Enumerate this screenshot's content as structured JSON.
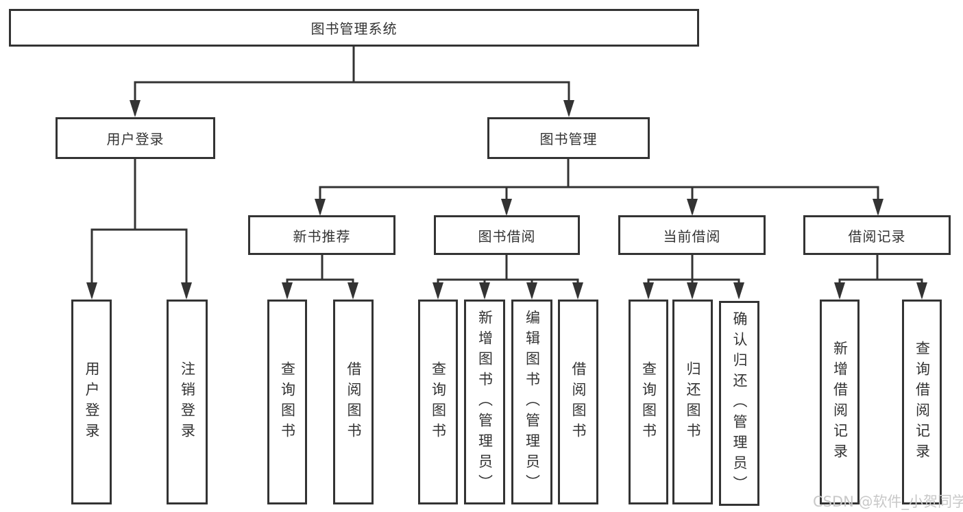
{
  "diagram": {
    "root": {
      "label": "图书管理系统",
      "children": [
        {
          "label": "用户登录",
          "children": [
            {
              "label": "用户登录"
            },
            {
              "label": "注销登录"
            }
          ]
        },
        {
          "label": "图书管理",
          "children": [
            {
              "label": "新书推荐",
              "children": [
                {
                  "label": "查询图书"
                },
                {
                  "label": "借阅图书"
                }
              ]
            },
            {
              "label": "图书借阅",
              "children": [
                {
                  "label": "查询图书"
                },
                {
                  "label": "新增图书（管理员）"
                },
                {
                  "label": "编辑图书（管理员）"
                },
                {
                  "label": "借阅图书"
                }
              ]
            },
            {
              "label": "当前借阅",
              "children": [
                {
                  "label": "查询图书"
                },
                {
                  "label": "归还图书"
                },
                {
                  "label": "确认归还（管理员）"
                }
              ]
            },
            {
              "label": "借阅记录",
              "children": [
                {
                  "label": "新增借阅记录"
                },
                {
                  "label": "查询借阅记录"
                }
              ]
            }
          ]
        }
      ]
    },
    "watermark": "CSDN @软件_小贺同学",
    "colors": {
      "line": "#333333",
      "text": "#333333",
      "watermark": "#c8c8c8",
      "background": "#ffffff"
    }
  }
}
